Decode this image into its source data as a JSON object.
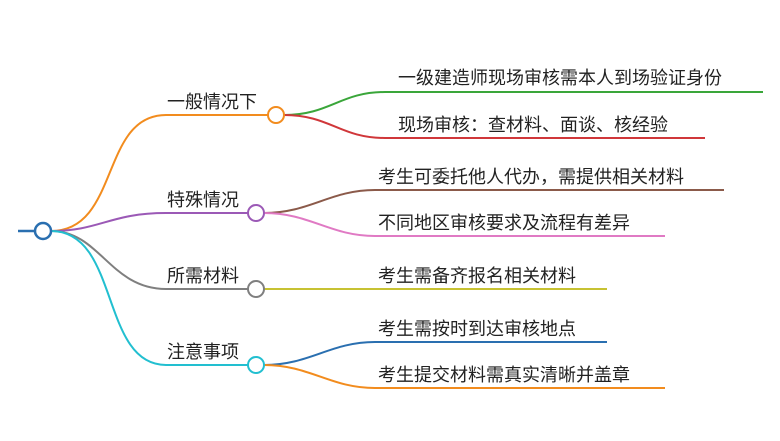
{
  "mindmap": {
    "branches": [
      {
        "label": "一般情况下",
        "color": "#f28c1e",
        "children": [
          {
            "label": "一级建造师现场审核需本人到场验证身份",
            "color": "#3aa63a"
          },
          {
            "label": "现场审核：查材料、面谈、核经验",
            "color": "#d0373a"
          }
        ]
      },
      {
        "label": "特殊情况",
        "color": "#9b59b6",
        "children": [
          {
            "label": "考生可委托他人代办，需提供相关材料",
            "color": "#8b5a4a"
          },
          {
            "label": "不同地区审核要求及流程有差异",
            "color": "#e07ac4"
          }
        ]
      },
      {
        "label": "所需材料",
        "color": "#7f7f7f",
        "children": [
          {
            "label": "考生需备齐报名相关材料",
            "color": "#c7c232"
          }
        ]
      },
      {
        "label": "注意事项",
        "color": "#22bfd0",
        "children": [
          {
            "label": "考生需按时到达审核地点",
            "color": "#2a6fb0"
          },
          {
            "label": "考生提交材料需真实清晰并盖章",
            "color": "#f28c1e"
          }
        ]
      }
    ],
    "root_color": "#2a6fb0"
  }
}
